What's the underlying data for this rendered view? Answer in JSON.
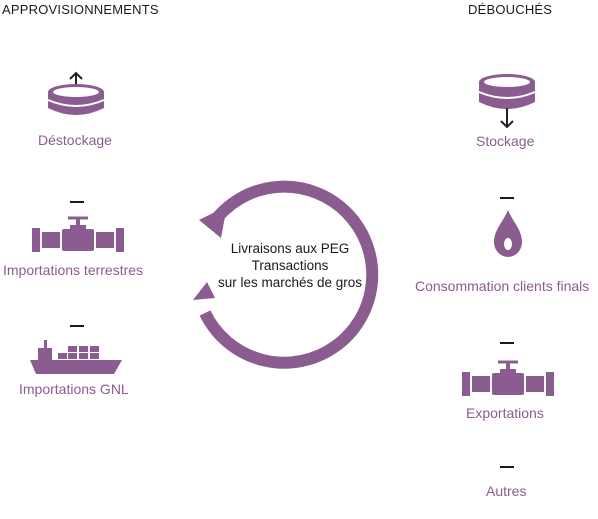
{
  "headings": {
    "left": "APPROVISIONNEMENTS",
    "right": "DÉBOUCHÉS"
  },
  "supply": [
    {
      "label": "Déstockage",
      "icon": "storage-tank-up-arrow-icon"
    },
    {
      "label": "Importations terrestres",
      "icon": "pipeline-valve-icon"
    },
    {
      "label": "Importations GNL",
      "icon": "lng-ship-icon"
    }
  ],
  "outlets": [
    {
      "label": "Stockage",
      "icon": "storage-tank-down-arrow-icon"
    },
    {
      "label": "Consommation clients finals",
      "icon": "flame-drop-icon"
    },
    {
      "label": "Exportations",
      "icon": "pipeline-valve-icon"
    },
    {
      "label": "Autres",
      "icon": ""
    }
  ],
  "center": {
    "line1": "Livraisons aux PEG",
    "line2": "Transactions",
    "line3": "sur les marchés de gros"
  },
  "colors": {
    "accent": "#8b5c8f",
    "text": "#1a1a1a"
  }
}
